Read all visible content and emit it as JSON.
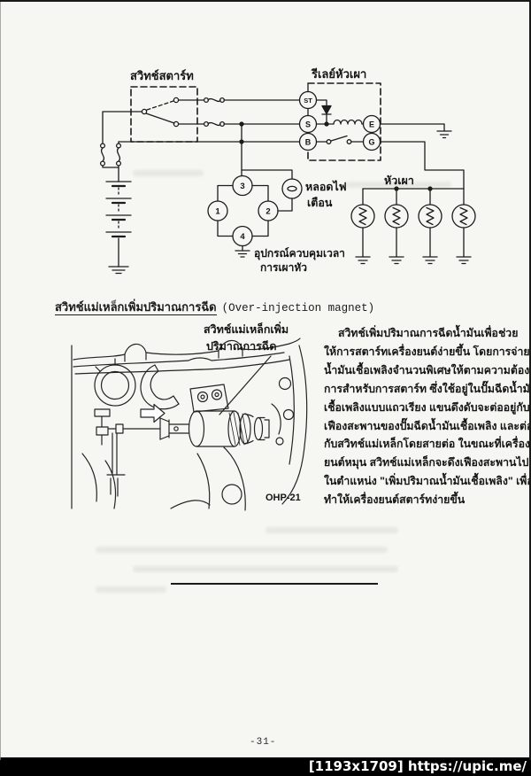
{
  "page": {
    "number": "-31-",
    "watermark": "[1193x1709] https://upic.me/"
  },
  "circuit": {
    "start_switch_label": "สวิทช์สตาร์ท",
    "glow_relay_label": "รีเลย์หัวเผา",
    "terminals": {
      "st": "ST",
      "s": "S",
      "b": "B",
      "e": "E",
      "g": "G"
    },
    "timer": {
      "t1": "1",
      "t2": "2",
      "t3": "3",
      "t4": "4",
      "label_line1": "อุปกรณ์ควบคุมเวลา",
      "label_line2": "การเผาหัว"
    },
    "warning_lamp_label_line1": "หลอดไฟ",
    "warning_lamp_label_line2": "เตือน",
    "glow_plugs_label": "หัวเผา"
  },
  "section": {
    "heading_thai": "สวิทช์แม่เหล็กเพิ่มปริมาณการฉีด",
    "heading_english": "(Over-injection magnet)"
  },
  "figure": {
    "callout_line1": "สวิทช์แม่เหล็กเพิ่ม",
    "callout_line2": "ปริมาณการฉีด",
    "ref": "OHP-21"
  },
  "body": {
    "lines": [
      "สวิทช์เพิ่มปริมาณการฉีดน้ำมันเพื่อช่วย",
      "ให้การสตาร์ทเครื่องยนต์ง่ายขึ้น โดยการจ่าย",
      "น้ำมันเชื้อเพลิงจำนวนพิเศษให้ตามความต้อง",
      "การสำหรับการสตาร์ท ซึ่งใช้อยู่ในปั๊มฉีดน้ำมัน",
      "เชื้อเพลิงแบบแถวเรียง แขนดึงดับจะต่ออยู่กับ",
      "เฟืองสะพานของปั๊มฉีดน้ำมันเชื้อเพลิง และต่อ",
      "กับสวิทช์แม่เหล็กโดยสายต่อ ในขณะที่เครื่อง",
      "ยนต์หมุน สวิทช์แม่เหล็กจะดึงเฟืองสะพานไป",
      "ในตำแหน่ง \"เพิ่มปริมาณน้ำมันเชื้อเพลิง\" เพื่อ",
      "ทำให้เครื่องยนต์สตาร์ทง่ายขึ้น"
    ]
  }
}
